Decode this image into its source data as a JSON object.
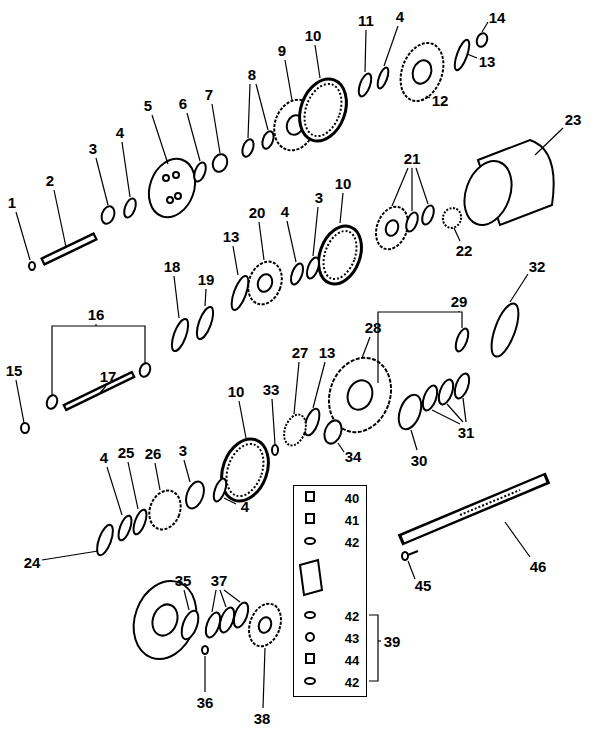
{
  "diagram": {
    "nodes": [
      {
        "text": [
          "40",
          "41",
          "42",
          "42",
          "43",
          "44",
          "42"
        ]
      }
    ],
    "labels": [
      "1",
      "2",
      "3",
      "4",
      "5",
      "6",
      "7",
      "8",
      "9",
      "10",
      "11",
      "4",
      "14",
      "13",
      "12",
      "23",
      "21",
      "10",
      "3",
      "4",
      "20",
      "13",
      "22",
      "18",
      "19",
      "16",
      "32",
      "29",
      "28",
      "27",
      "13",
      "15",
      "17",
      "10",
      "33",
      "31",
      "30",
      "34",
      "4",
      "25",
      "26",
      "3",
      "4",
      "24",
      "46",
      "45",
      "39",
      "35",
      "37",
      "36",
      "38"
    ]
  }
}
